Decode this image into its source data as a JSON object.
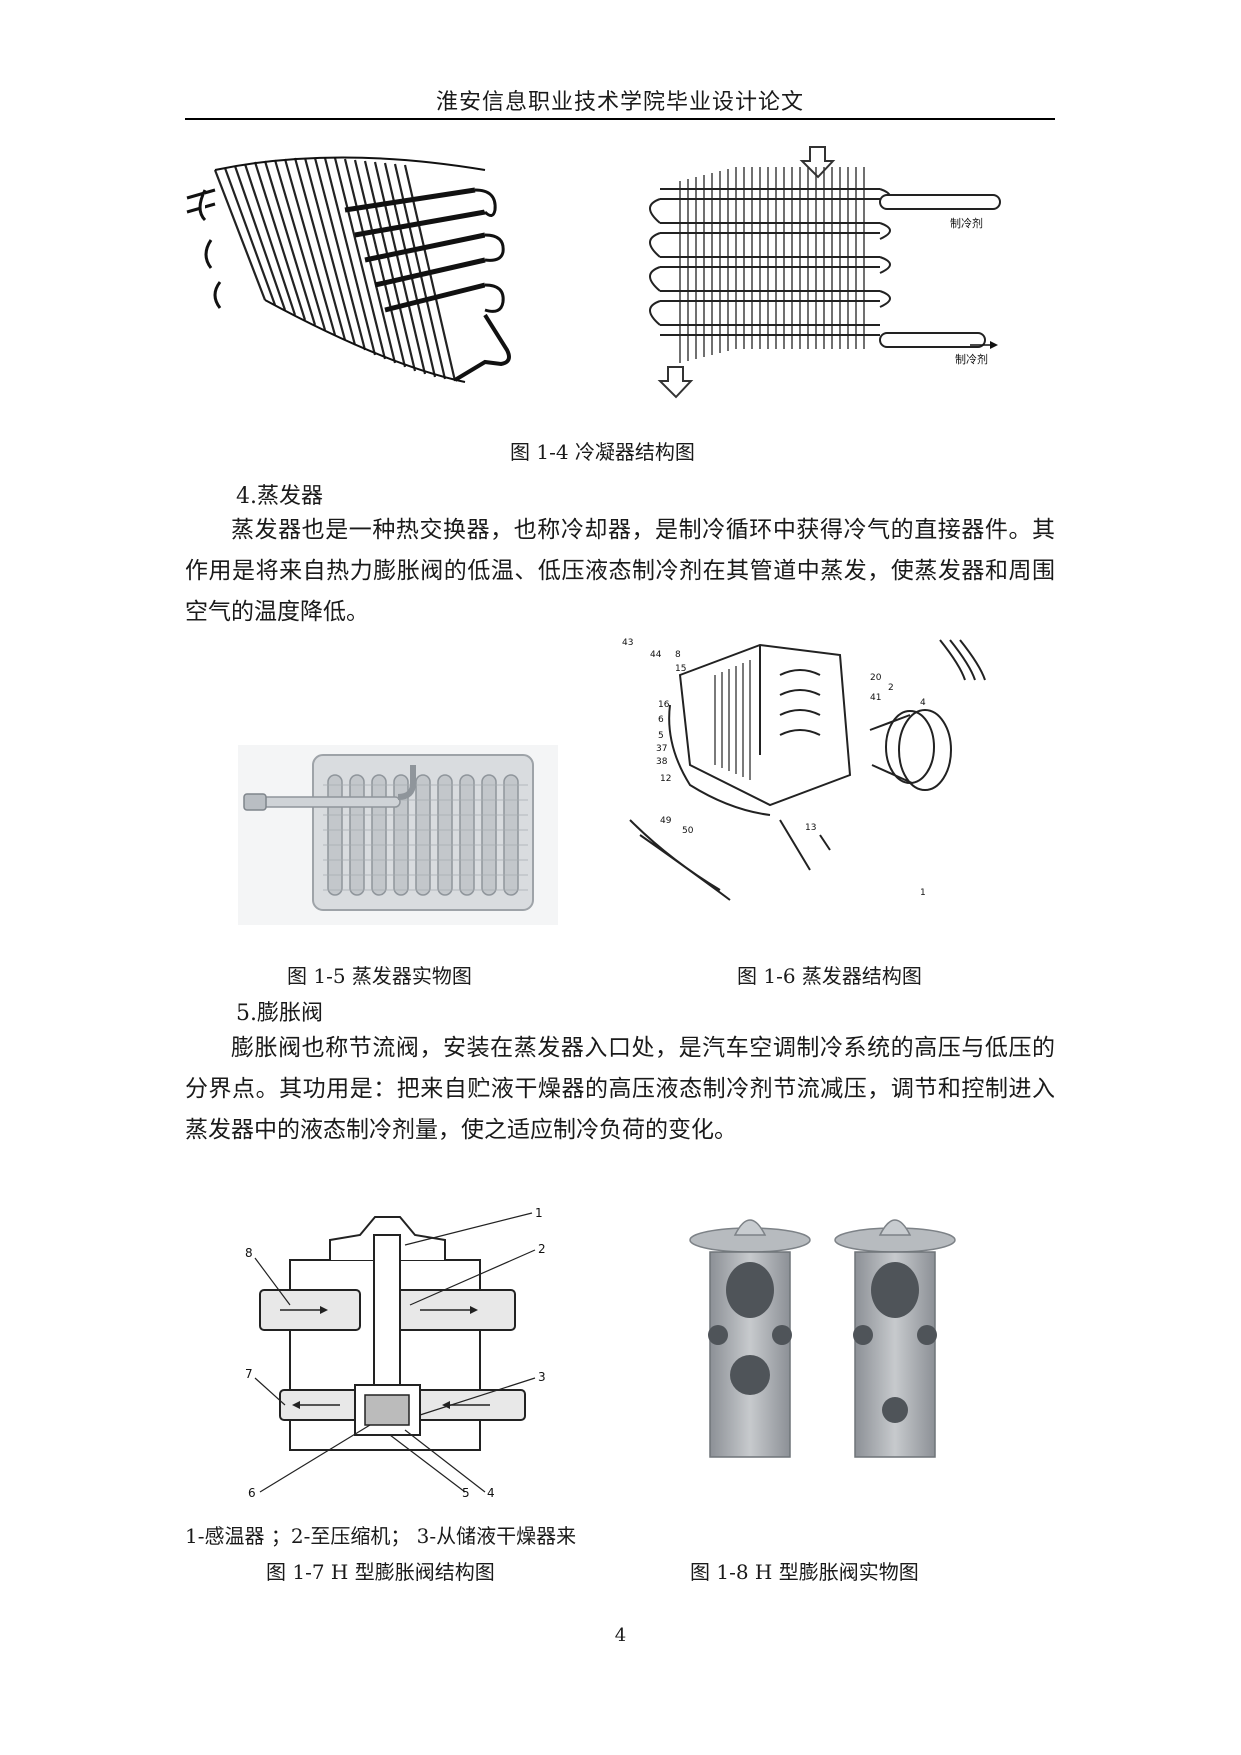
{
  "header": {
    "title": "淮安信息职业技术学院毕业设计论文"
  },
  "figures": {
    "fig_1_4": {
      "caption": "图 1-4 冷凝器结构图",
      "labels": {
        "refrigerant_in": "制冷剂",
        "refrigerant_out": "制冷剂"
      }
    },
    "fig_1_5": {
      "caption": "图 1-5 蒸发器实物图"
    },
    "fig_1_6": {
      "caption": "图 1-6 蒸发器结构图",
      "labels": [
        "43",
        "44",
        "8",
        "15",
        "16",
        "6",
        "5",
        "37",
        "38",
        "12",
        "20",
        "41",
        "2",
        "4",
        "13",
        "49",
        "50",
        "1"
      ]
    },
    "fig_1_7": {
      "caption": "图 1-7 H 型膨胀阀结构图",
      "labels": [
        "1",
        "2",
        "3",
        "4",
        "5",
        "6",
        "7",
        "8"
      ],
      "legend": "1-感温器 ；2-至压缩机；  3-从储液干燥器来"
    },
    "fig_1_8": {
      "caption": "图 1-8 H 型膨胀阀实物图"
    }
  },
  "sections": [
    {
      "heading": "4.蒸发器",
      "paragraph": "蒸发器也是一种热交换器，也称冷却器，是制冷循环中获得冷气的直接器件。其作用是将来自热力膨胀阀的低温、低压液态制冷剂在其管道中蒸发，使蒸发器和周围空气的温度降低。"
    },
    {
      "heading": "5.膨胀阀",
      "paragraph": "膨胀阀也称节流阀，安装在蒸发器入口处，是汽车空调制冷系统的高压与低压的分界点。其功用是：把来自贮液干燥器的高压液态制冷剂节流减压，调节和控制进入蒸发器中的液态制冷剂量，使之适应制冷负荷的变化。"
    }
  ],
  "page_number": "4",
  "colors": {
    "text": "#1a1a1a",
    "rule": "#000000",
    "metal": "#a9adb2"
  }
}
